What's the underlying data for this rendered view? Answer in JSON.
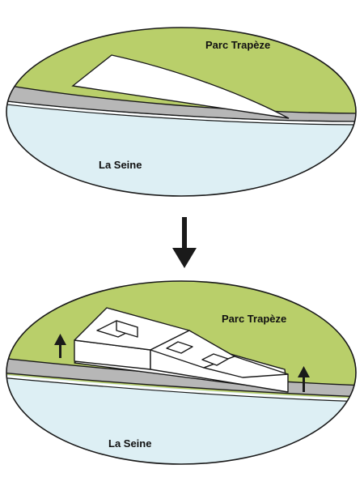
{
  "diagram": {
    "top_panel": {
      "park_label": "Parc Trapèze",
      "river_label": "La Seine"
    },
    "bottom_panel": {
      "park_label": "Parc Trapèze",
      "river_label": "La Seine"
    }
  },
  "colors": {
    "park": "#B9CF6A",
    "river": "#DDEFF4",
    "road": "#B7B7B7",
    "outline": "#1a1a1a",
    "building": "#ffffff"
  },
  "icons": {
    "transition_arrow": "arrow-down-icon",
    "raise_markers": "arrow-up-icon"
  }
}
